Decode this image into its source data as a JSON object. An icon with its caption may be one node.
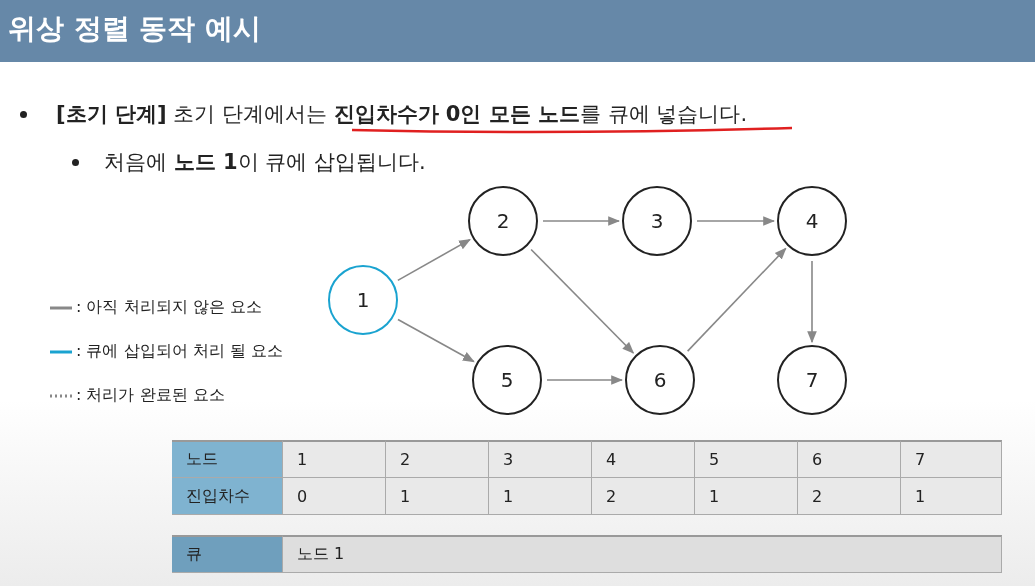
{
  "diagram": {
    "title": "위상 정렬 동작 예시",
    "nodes": [
      {
        "text": [
          "1"
        ]
      },
      {
        "text": [
          "2"
        ]
      },
      {
        "text": [
          "3"
        ]
      },
      {
        "text": [
          "4"
        ]
      },
      {
        "text": [
          "5"
        ]
      },
      {
        "text": [
          "6"
        ]
      },
      {
        "text": [
          "7"
        ]
      }
    ],
    "edges": [
      {
        "from": 0,
        "to": 1,
        "arrow": "to"
      },
      {
        "from": 0,
        "to": 4,
        "arrow": "to"
      },
      {
        "from": 1,
        "to": 2,
        "arrow": "to"
      },
      {
        "from": 1,
        "to": 5,
        "arrow": "to"
      },
      {
        "from": 2,
        "to": 3,
        "arrow": "to"
      },
      {
        "from": 4,
        "to": 5,
        "arrow": "to"
      },
      {
        "from": 5,
        "to": 3,
        "arrow": "to"
      },
      {
        "from": 3,
        "to": 6,
        "arrow": "to"
      }
    ],
    "labels": [
      "**[초기 단계]** 초기 단계에서는 **진입차수가 0인 모든 노드**를 큐에 넣습니다.",
      "처음에 **노드 1**이 큐에 삽입됩니다.",
      "노드",
      "1",
      "2",
      "3",
      "4",
      "5",
      "6",
      "7",
      "진입차수",
      "0",
      "1",
      "1",
      "2",
      "1",
      "2",
      "1",
      "큐",
      "노드 1"
    ],
    "legend": [
      {
        "text": ": 아직 처리되지 않은 요소"
      },
      {
        "text": ": 큐에 삽입되어 처리 될 요소"
      },
      {
        "text": ": 처리가 완료된 요소"
      }
    ]
  }
}
